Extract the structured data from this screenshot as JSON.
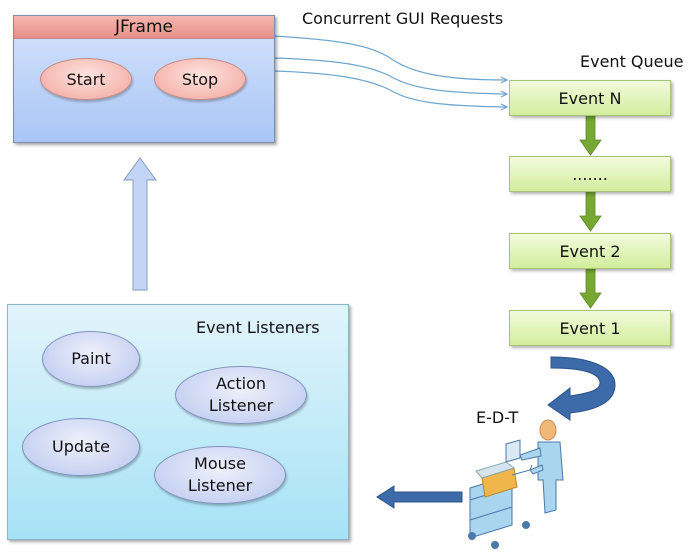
{
  "jframe": {
    "title": "JFrame",
    "buttons": [
      {
        "label": "Start"
      },
      {
        "label": "Stop"
      }
    ]
  },
  "requests_label": "Concurrent GUI Requests",
  "queue": {
    "title": "Event Queue",
    "events": [
      {
        "label": "Event N"
      },
      {
        "label": "......."
      },
      {
        "label": "Event 2"
      },
      {
        "label": "Event 1"
      }
    ]
  },
  "edt_label": "E-D-T",
  "listeners": {
    "title": "Event Listeners",
    "items": [
      {
        "line1": "Paint",
        "line2": ""
      },
      {
        "line1": "Action",
        "line2": "Listener"
      },
      {
        "line1": "Update",
        "line2": ""
      },
      {
        "line1": "Mouse",
        "line2": "Listener"
      }
    ]
  },
  "colors": {
    "arrow_green": "#76a832",
    "arrow_blue": "#3d6aa8",
    "request_line": "#6fa6cf"
  }
}
